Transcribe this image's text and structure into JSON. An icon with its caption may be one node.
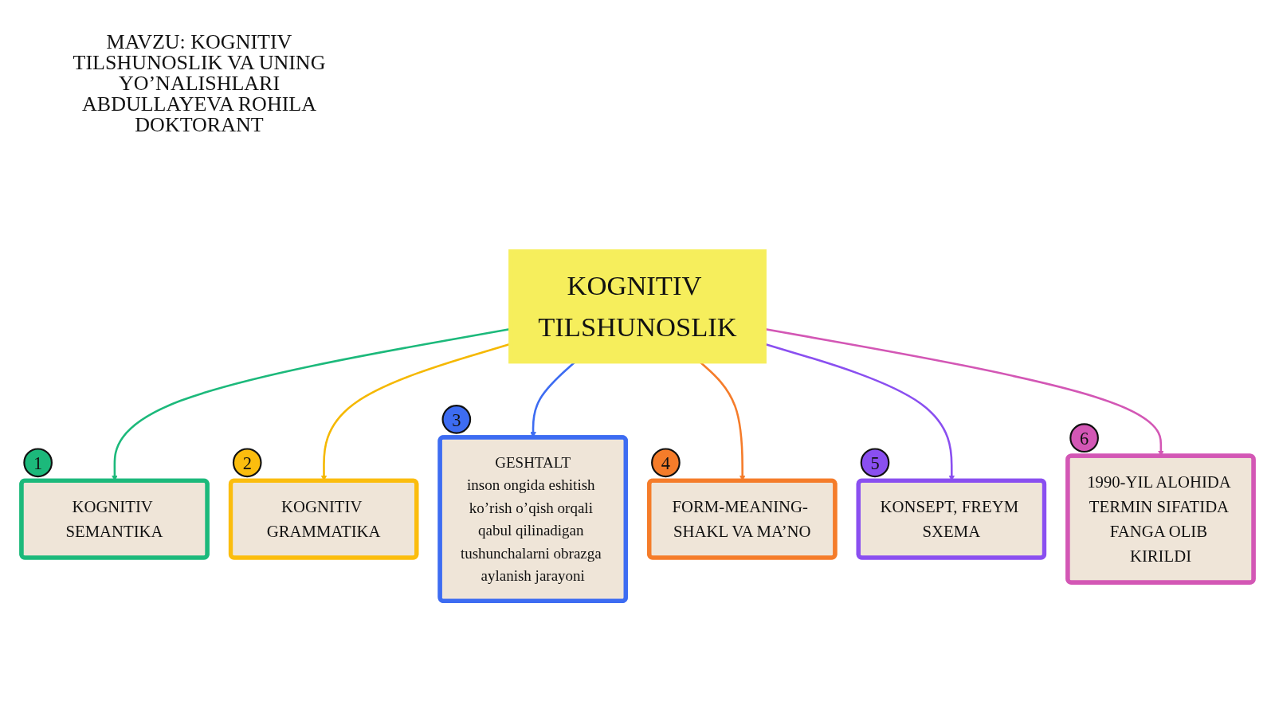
{
  "diagram": {
    "title": "MAVZU: KOGNITIV TILSHUNOSLIK VA UNING YO’NALISHLARI",
    "nodes": [
      {
        "text": [
          "KOGNITIV TILSHUNOSLIK"
        ]
      },
      {
        "text": [
          "KOGNITIV SEMANTIKA"
        ],
        "beside": [
          "1"
        ]
      },
      {
        "text": [
          "KOGNITIV GRAMMATIKA"
        ],
        "beside": [
          "2"
        ]
      },
      {
        "text": [
          "GESHTALT",
          "inson ongida eshitish ko’rish o’qish orqali qabul qilinadigan tushunchalarni obrazga aylanish jarayoni"
        ],
        "beside": [
          "3"
        ]
      },
      {
        "text": [
          "FORM-MEANING- SHAKL VA MA’NO"
        ],
        "beside": [
          "4"
        ]
      },
      {
        "text": [
          "KONSEPT, FREYM SXEMA"
        ],
        "beside": [
          "5"
        ]
      },
      {
        "text": [
          "1990-YIL ALOHIDA TERMIN SIFATIDA FANGA OLIB KIRILDI"
        ],
        "beside": [
          "6"
        ]
      }
    ],
    "edges": [
      {
        "from": 0,
        "to": 1,
        "arrow": "to",
        "color": "#1cb97b"
      },
      {
        "from": 0,
        "to": 2,
        "arrow": "to",
        "color": "#f5b800"
      },
      {
        "from": 0,
        "to": 3,
        "arrow": "to",
        "color": "#3d6cf2"
      },
      {
        "from": 0,
        "to": 4,
        "arrow": "to",
        "color": "#f57c2a"
      },
      {
        "from": 0,
        "to": 5,
        "arrow": "to",
        "color": "#8a4ff0"
      },
      {
        "from": 0,
        "to": 6,
        "arrow": "to",
        "color": "#d357b5"
      }
    ],
    "labels": [
      "ABDULLAYEVA ROHILA DOKTORANT"
    ]
  }
}
